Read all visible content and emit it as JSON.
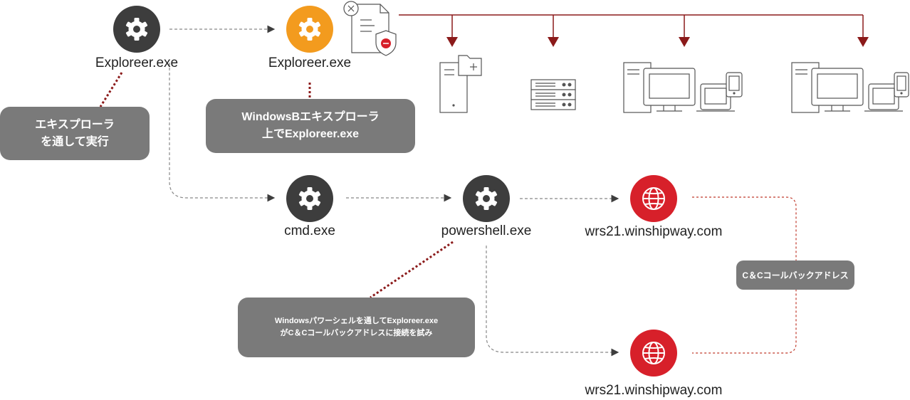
{
  "nodes": {
    "explorer_parent": {
      "label": "Exploreer.exe",
      "icon": "gear-icon"
    },
    "explorer_child": {
      "label": "Exploreer.exe",
      "icon": "gear-icon"
    },
    "cmd": {
      "label": "cmd.exe",
      "icon": "gear-icon"
    },
    "powershell": {
      "label": "powershell.exe",
      "icon": "gear-icon"
    },
    "domain_1": {
      "label": "wrs21.winshipway.com",
      "icon": "globe-icon"
    },
    "domain_2": {
      "label": "wrs21.winshipway.com",
      "icon": "globe-icon"
    }
  },
  "callouts": {
    "explorer_run": {
      "line1": "エキスプローラ",
      "line2": "を通して実行"
    },
    "windows_explorer": {
      "line1": "WindowsBエキスプローラ",
      "line2": "上でExploreer.exe"
    },
    "powershell_attempt": {
      "line1": "Windowsパワーシェルを通してExploreer.exe",
      "line2": "がC＆Cコールバックアドレスに接続を試み"
    },
    "cc_callback": {
      "line1": "C＆Cコールバックアドレス"
    }
  },
  "icons": {
    "document": "document-shield-icon",
    "close": "close-icon",
    "targets": [
      "file-server-icon",
      "server-rack-icon",
      "workstation-group-icon",
      "workstation-group-icon"
    ]
  },
  "colors": {
    "process": "#3d3d3d",
    "highlight_process": "#f39b1e",
    "network": "#d7202a",
    "callout": "#7a7a7a",
    "distribution": "#8b1a1a",
    "connector": "#6f6f6f"
  }
}
